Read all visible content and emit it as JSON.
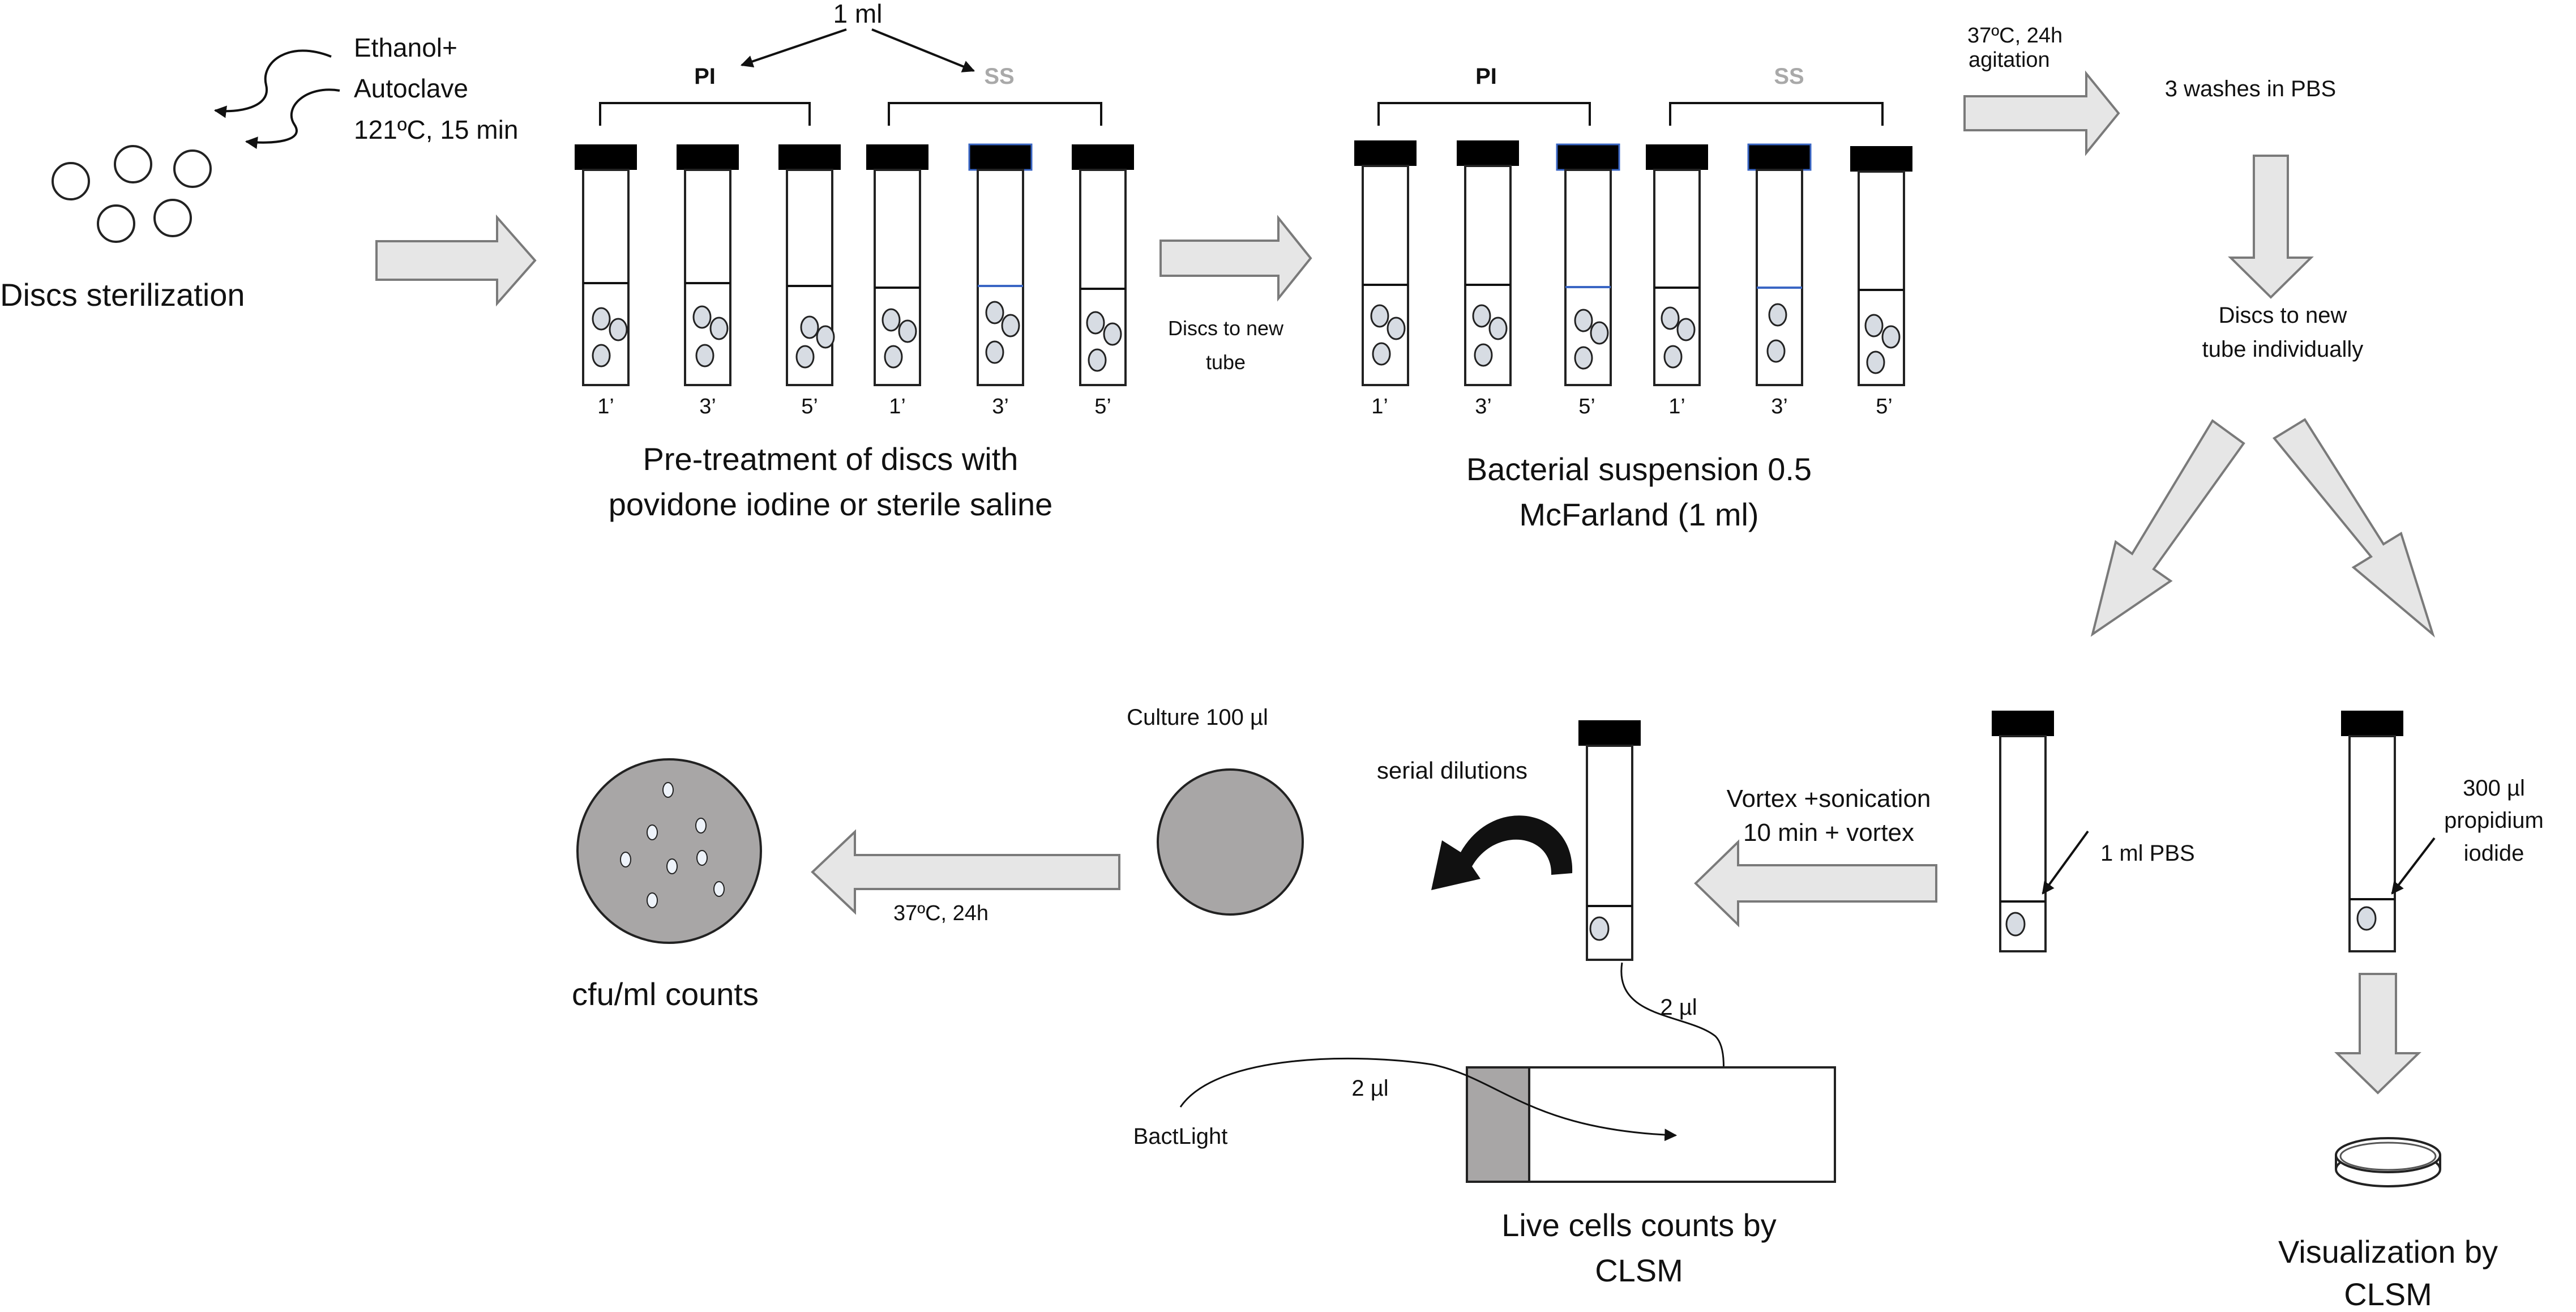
{
  "colors": {
    "ink": "#111111",
    "cap": "#000000",
    "arrow_fill": "#e6e6e6",
    "arrow_stroke": "#7a7a7a",
    "disc_fill": "#d7dce3",
    "plate_fill": "#a8a6a6",
    "ss_label": "#a9a9a9",
    "liquid_line_blue": "#3a66c4"
  },
  "sterilization": {
    "title": "Discs sterilization",
    "note_line1": "Ethanol+",
    "note_line2": "Autoclave",
    "note_line3": "121ºC, 15 min"
  },
  "pretreatment": {
    "volume_top": "1 ml",
    "group_pi": "PI",
    "group_ss": "SS",
    "times": [
      "1’",
      "3’",
      "5’",
      "1’",
      "3’",
      "5’"
    ],
    "caption_line1": "Pre-treatment of discs with",
    "caption_line2": "povidone iodine or sterile saline"
  },
  "transfer1": {
    "line1": "Discs to new",
    "line2": "tube"
  },
  "bacterial": {
    "group_pi": "PI",
    "group_ss": "SS",
    "times": [
      "1’",
      "3’",
      "5’",
      "1’",
      "3’",
      "5’"
    ],
    "caption_line1": "Bacterial suspension 0.5",
    "caption_line2": "McFarland (1 ml)"
  },
  "incubation": {
    "line1": "37ºC, 24h",
    "line2": "agitation"
  },
  "washes": {
    "label": "3 washes in PBS"
  },
  "transfer2": {
    "line1": "Discs to new",
    "line2": "tube individually"
  },
  "pbs_tube": {
    "label": "1 ml PBS"
  },
  "pi_tube": {
    "line1": "300  µl",
    "line2": "propidium",
    "line3": "iodide"
  },
  "visualization": {
    "line1": "Visualization by",
    "line2": "CLSM"
  },
  "vortex": {
    "line1": "Vortex +sonication",
    "line2": "10 min + vortex"
  },
  "serial": {
    "label": "serial dilutions"
  },
  "culture": {
    "label": "Culture 100 µl"
  },
  "culture_incubation": {
    "label": "37ºC, 24h"
  },
  "cfu": {
    "label": "cfu/ml counts"
  },
  "slide": {
    "volume_tube": "2 µl",
    "volume_bactlight": "2 µl",
    "bactlight": "BactLight",
    "caption_line1": "Live cells counts by",
    "caption_line2": "CLSM"
  }
}
